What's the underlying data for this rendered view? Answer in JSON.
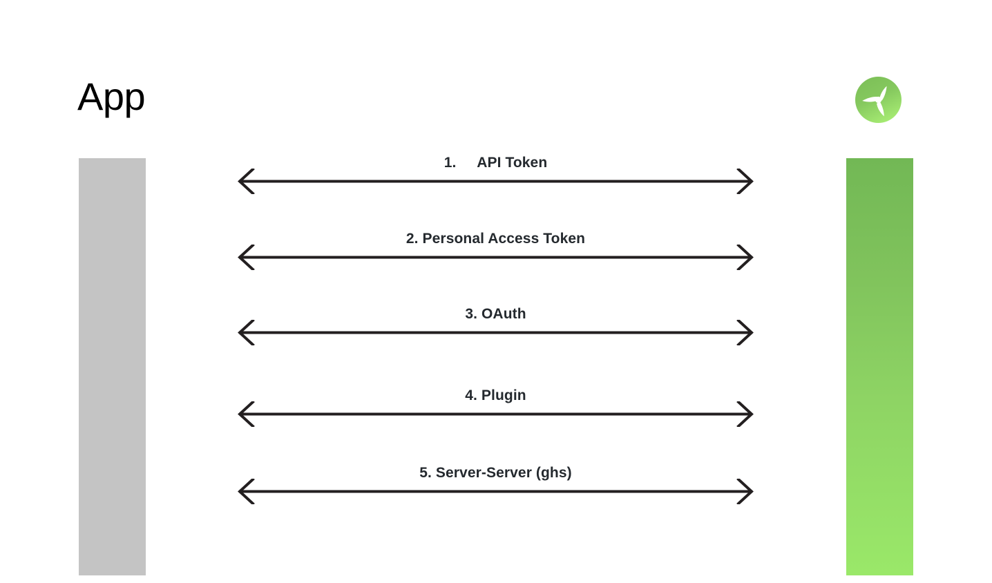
{
  "diagram": {
    "type": "sequence-diagram",
    "background_color": "#ffffff",
    "actors": [
      {
        "id": "app",
        "title": "App",
        "lifeline_color": "#c4c4c4",
        "side": "left"
      },
      {
        "id": "service",
        "title": "",
        "logo_icon": "propeller-logo-icon",
        "lifeline_gradient_top": "#72b855",
        "lifeline_gradient_bottom": "#9ae869",
        "side": "right"
      }
    ],
    "messages": [
      {
        "number": "1.",
        "label": "1.\tAPI Token",
        "name": "API Token",
        "direction": "bidirectional"
      },
      {
        "number": "2.",
        "label": "2. Personal Access Token",
        "name": "Personal Access Token",
        "direction": "bidirectional"
      },
      {
        "number": "3.",
        "label": "3. OAuth",
        "name": "OAuth",
        "direction": "bidirectional"
      },
      {
        "number": "4.",
        "label": "4. Plugin",
        "name": "Plugin",
        "direction": "bidirectional"
      },
      {
        "number": "5.",
        "label": "5. Server-Server (ghs)",
        "name": "Server-Server (ghs)",
        "direction": "bidirectional"
      }
    ],
    "colors": {
      "text": "#24292e",
      "title": "#000000",
      "arrow": "#231f20",
      "app_bar": "#c4c4c4",
      "service_green_dark": "#72b855",
      "service_green_light": "#9ae869"
    }
  }
}
